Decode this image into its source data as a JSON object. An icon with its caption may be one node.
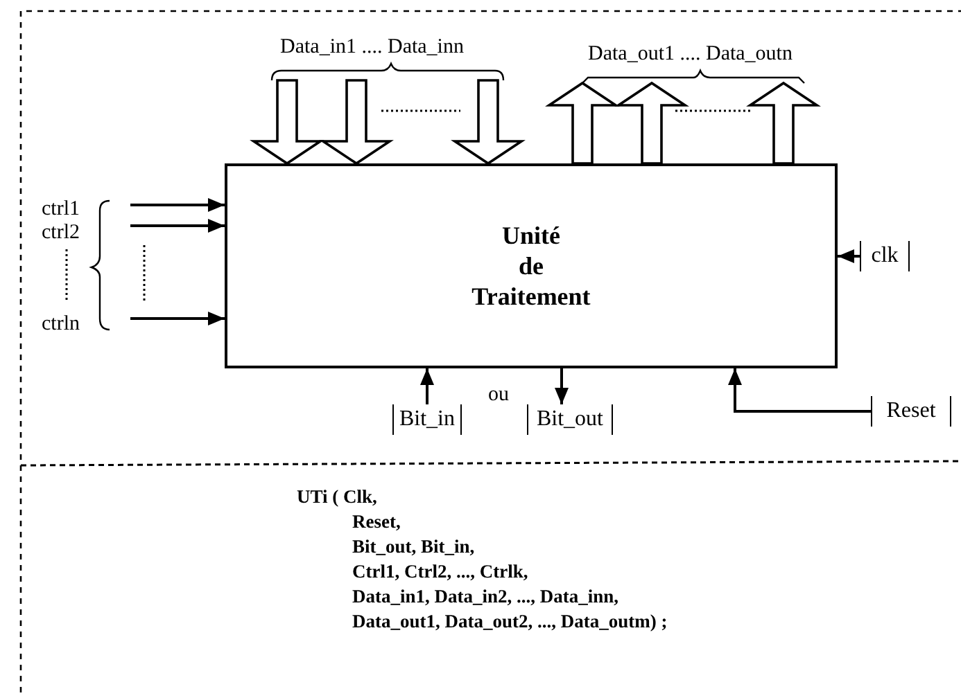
{
  "diagram": {
    "nodes": [
      {
        "text": [
          "Unité de Traitement"
        ]
      },
      {
        "text": [
          "clk"
        ]
      },
      {
        "text": [
          "Bit_in"
        ]
      },
      {
        "text": [
          "Bit_out"
        ]
      },
      {
        "text": [
          "Reset"
        ]
      }
    ],
    "edges": [
      {
        "from": null,
        "to": 0,
        "arrow": "to",
        "style": "thick"
      },
      {
        "from": null,
        "to": 0,
        "arrow": "to",
        "style": "thick"
      },
      {
        "from": null,
        "to": 0,
        "arrow": "to",
        "style": "thick"
      },
      {
        "from": 0,
        "to": null,
        "arrow": "to",
        "style": "thick"
      },
      {
        "from": 0,
        "to": null,
        "arrow": "to",
        "style": "thick"
      },
      {
        "from": 0,
        "to": null,
        "arrow": "to",
        "style": "thick"
      },
      {
        "from": null,
        "to": 0,
        "arrow": "to"
      },
      {
        "from": null,
        "to": 0,
        "arrow": "to"
      },
      {
        "from": null,
        "to": 0,
        "arrow": "to"
      },
      {
        "from": 1,
        "to": 0,
        "arrow": "to"
      },
      {
        "from": 2,
        "to": 0,
        "arrow": "to"
      },
      {
        "from": 0,
        "to": 3,
        "arrow": "to"
      },
      {
        "from": 4,
        "to": 0,
        "arrow": "to"
      }
    ],
    "labels": [
      "Data_in1 .... Data_inn",
      "Data_out1 .... Data_outn",
      "ctrl1",
      "ctrl2",
      "ctrln",
      "ou",
      "UTi ( Clk,",
      "Reset,",
      "Bit_out, Bit_in,",
      "Ctrl1, Ctrl2, ..., Ctrlk,",
      "Data_in1, Data_in2, ..., Data_inn,",
      "Data_out1, Data_out2, ..., Data_outm) ;"
    ]
  }
}
